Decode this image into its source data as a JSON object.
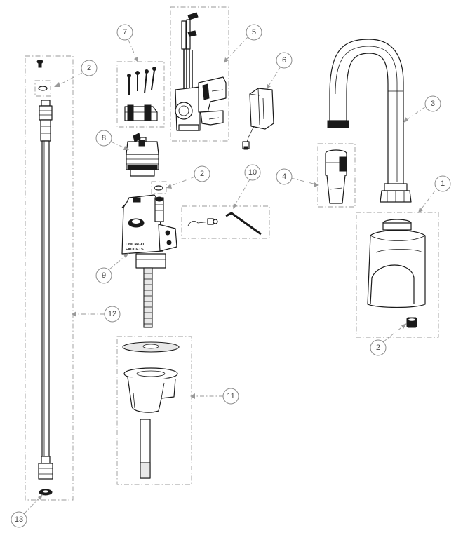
{
  "diagram": {
    "brand_text_line1": "CHICAGO",
    "brand_text_line2": "FAUCETS",
    "callouts": [
      {
        "id": "c1",
        "label": "1",
        "part": "base-cover"
      },
      {
        "id": "c2a",
        "label": "2",
        "part": "supply-gasket"
      },
      {
        "id": "c2b",
        "label": "2",
        "part": "valve-gasket"
      },
      {
        "id": "c2c",
        "label": "2",
        "part": "base-gasket"
      },
      {
        "id": "c3",
        "label": "3",
        "part": "gooseneck-spout"
      },
      {
        "id": "c4",
        "label": "4",
        "part": "spout-adapter"
      },
      {
        "id": "c5",
        "label": "5",
        "part": "solenoid-sensor-assembly"
      },
      {
        "id": "c6",
        "label": "6",
        "part": "battery-pack"
      },
      {
        "id": "c7",
        "label": "7",
        "part": "screw-and-clip-kit"
      },
      {
        "id": "c8",
        "label": "8",
        "part": "cartridge"
      },
      {
        "id": "c9",
        "label": "9",
        "part": "faucet-body"
      },
      {
        "id": "c10",
        "label": "10",
        "part": "hex-key-and-tool"
      },
      {
        "id": "c11",
        "label": "11",
        "part": "mounting-hardware"
      },
      {
        "id": "c12",
        "label": "12",
        "part": "supply-hose"
      },
      {
        "id": "c13",
        "label": "13",
        "part": "hose-washer"
      }
    ]
  }
}
